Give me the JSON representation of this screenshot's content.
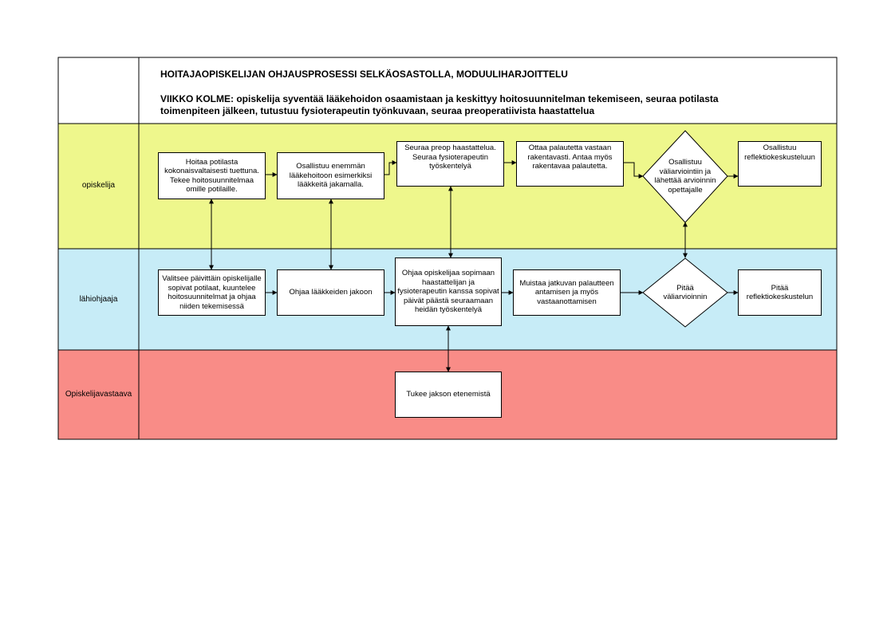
{
  "header": {
    "title": "HOITAJAOPISKELIJAN OHJAUSPROSESSI SELKÄOSASTOLLA, MODUULIHARJOITTELU",
    "subtitle": "VIIKKO KOLME: opiskelija syventää lääkehoidon osaamistaan ja keskittyy hoitosuunnitelman tekemiseen, seuraa potilasta toimenpiteen jälkeen, tutustuu fysioterapeutin työnkuvaan, seuraa preoperatiivista haastattelua"
  },
  "lanes": {
    "student": {
      "label": "opiskelija",
      "color": "#eef78c"
    },
    "supervisor": {
      "label": "lähiohjaaja",
      "color": "#c7ecf7"
    },
    "coordinator": {
      "label": "Opiskelijavastaava",
      "color": "#f98c87"
    }
  },
  "student": {
    "box1": "Hoitaa potilasta kokonaisvaltaisesti tuettuna. Tekee hoitosuunnitelmaa omille potilaille.",
    "box2": "Osallistuu enemmän lääkehoitoon esimerkiksi lääkkeitä jakamalla.",
    "box3": "Seuraa preop haastattelua. Seuraa fysioterapeutin työskentelyä",
    "box4": "Ottaa palautetta vastaan rakentavasti. Antaa myös rakentavaa palautetta.",
    "diamond": "Osallistuu väliarviointiin ja lähettää arvioinnin opettajalle",
    "box5": "Osallistuu reflektiokeskusteluun"
  },
  "supervisor": {
    "box1": "Valitsee päivittäin opiskelijalle sopivat potilaat, kuuntelee hoitosuunnitelmat ja ohjaa niiden tekemisessä",
    "box2": "Ohjaa lääkkeiden jakoon",
    "box3": "Ohjaa opiskelijaa sopimaan haastattelijan ja fysioterapeutin kanssa sopivat päivät päästä seuraamaan heidän työskentelyä",
    "box4": "Muistaa jatkuvan palautteen antamisen ja myös vastaanottamisen",
    "diamond": "Pitää väliarvioinnin",
    "box5": "Pitää reflektiokeskustelun"
  },
  "coordinator": {
    "box1": "Tukee jakson etenemistä"
  }
}
